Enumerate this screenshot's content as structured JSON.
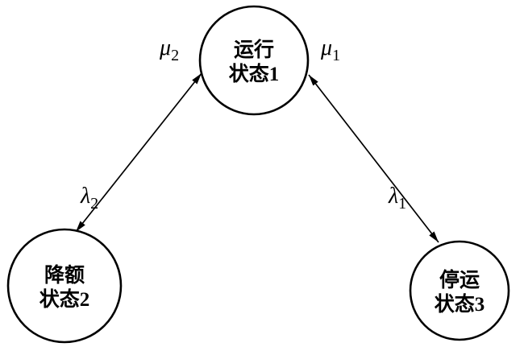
{
  "diagram": {
    "type": "state-transition-diagram",
    "background": "#ffffff",
    "stroke_color": "#000000",
    "states": [
      {
        "id": "state-1",
        "line1": "运行",
        "line2": "状态1"
      },
      {
        "id": "state-2",
        "line1": "降额",
        "line2": "状态2"
      },
      {
        "id": "state-3",
        "line1": "停运",
        "line2": "状态3"
      }
    ],
    "transitions": [
      {
        "between": [
          "状态1",
          "状态2"
        ],
        "bidirectional": true,
        "labels": [
          {
            "symbol": "μ",
            "sub": "2"
          },
          {
            "symbol": "λ",
            "sub": "2"
          }
        ]
      },
      {
        "between": [
          "状态1",
          "状态3"
        ],
        "bidirectional": true,
        "labels": [
          {
            "symbol": "μ",
            "sub": "1"
          },
          {
            "symbol": "λ",
            "sub": "1"
          }
        ]
      }
    ]
  }
}
